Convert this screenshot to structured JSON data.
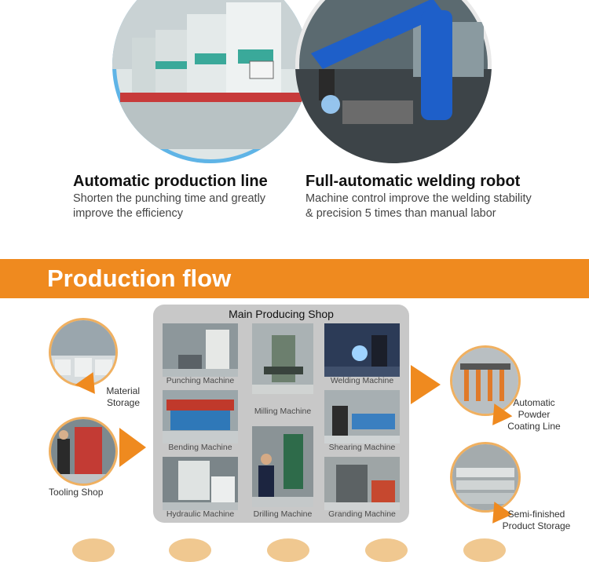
{
  "features": [
    {
      "title": "Automatic production line",
      "desc_line1": "Shorten the punching time and greatly",
      "desc_line2": "improve the efficiency",
      "image": "punch-press-line-photo"
    },
    {
      "title": "Full-automatic welding robot",
      "desc_line1": "Machine control improve the welding stability",
      "desc_line2": "& precision 5 times than manual labor",
      "image": "welding-robot-photo"
    }
  ],
  "banner": {
    "title": "Production flow",
    "color": "#ef8a1f"
  },
  "shop": {
    "title": "Main Producing Shop",
    "machines": [
      {
        "label": "Punching Machine"
      },
      {
        "label": "Milling Machine"
      },
      {
        "label": "Welding Machine"
      },
      {
        "label": "Bending Machine"
      },
      {
        "label": "Shearing Machine"
      },
      {
        "label": "Hydraulic Machine"
      },
      {
        "label": "Drilling Machine"
      },
      {
        "label": "Granding Machine"
      }
    ]
  },
  "left_steps": [
    {
      "label_line1": "Material",
      "label_line2": "Storage"
    },
    {
      "label_line1": "Tooling Shop",
      "label_line2": ""
    }
  ],
  "right_steps": [
    {
      "label_line1": "Automatic",
      "label_line2": "Powder",
      "label_line3": "Coating Line"
    },
    {
      "label_line1": "Semi-finished",
      "label_line2": "Product Storage"
    }
  ],
  "colors": {
    "accent": "#ef8a1f",
    "circle_ring": "#5fb4e6"
  }
}
